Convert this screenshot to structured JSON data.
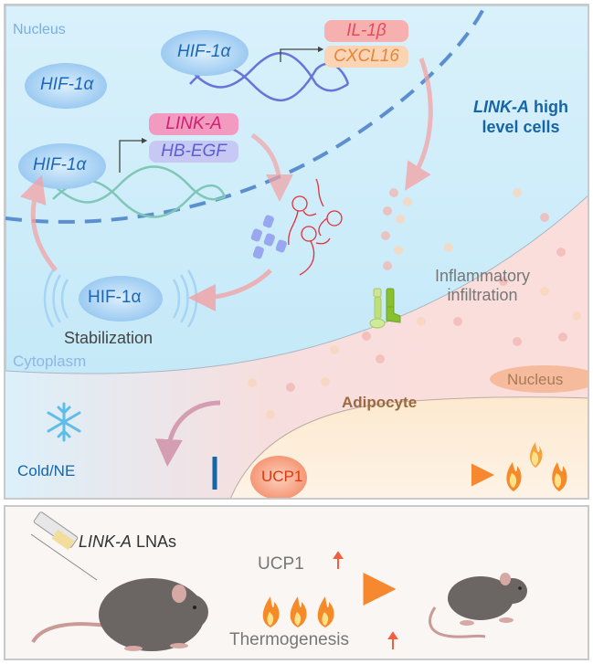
{
  "figure": {
    "top_panel": {
      "compartments": {
        "nucleus_label": "Nucleus",
        "cytoplasm_label": "Cytoplasm",
        "cell_type_label_italic": "LINK-A",
        "cell_type_label_rest1": " high",
        "cell_type_label_rest2": "level cells",
        "inflammatory_label_line1": "Inflammatory",
        "inflammatory_label_line2": "infiltration",
        "adipocyte_label": "Adipocyte",
        "adipocyte_nucleus_label": "Nucleus"
      },
      "proteins": {
        "hif_free": "HIF-1α",
        "hif_bound_top": "HIF-1α",
        "hif_bound_left": "HIF-1α",
        "hif_stabilized": "HIF-1α",
        "stabilization_label": "Stabilization",
        "ucp1": "UCP1"
      },
      "target_genes_top": [
        "IL-1β",
        "CXCL16"
      ],
      "target_genes_left": [
        "LINK-A",
        "HB-EGF"
      ],
      "stimulus_label": "Cold/NE"
    },
    "bottom_panel": {
      "treatment_italic": "LINK-A",
      "treatment_rest": " LNAs",
      "effect_1": "UCP1",
      "effect_2": "Thermogenesis",
      "up_arrow_glyph": "↑"
    },
    "colors": {
      "nucleus_blue": "#5b8fd0",
      "hif_text": "#1a68b8",
      "il1b_fill": "#f7b0b0",
      "il1b_text": "#e34c5a",
      "cxcl16_fill": "#fbd3b5",
      "cxcl16_text": "#e58638",
      "linka_fill": "#f29ac0",
      "linka_text": "#d0206f",
      "hbegf_fill": "#c7c8f3",
      "hbegf_text": "#5b5fd0",
      "ucp1_text": "#e0380c",
      "adipocyte_text": "#9b6a3e",
      "inhibit_blue": "#1565a8"
    }
  }
}
